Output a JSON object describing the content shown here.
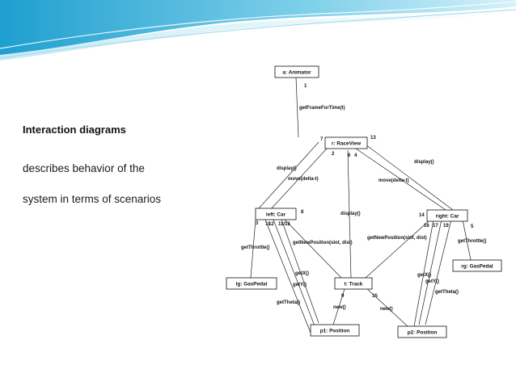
{
  "slide": {
    "heading": "Interaction diagrams",
    "line1": "describes behavior of the",
    "line2": "system in terms of scenarios"
  },
  "diagram": {
    "nodes": {
      "animator": "a: Animator",
      "raceview": "r: RaceView",
      "left_car": "left: Car",
      "right_car": "right: Car",
      "track": "t: Track",
      "gaspedal_l": "lg: GasPedal",
      "gaspedal_r": "rg: GasPedal",
      "p1": "p1: Position",
      "p2": "p2: Position"
    },
    "messages": {
      "get_frame": "getFrameForTime(t)",
      "display_left": "display()",
      "move_left": "move(delta-t)",
      "display_right": "display()",
      "move_right": "move(delta-t)",
      "display_track": "display()",
      "get_throttle_l": "getThrottle()",
      "get_new_pos_l": "getNewPosition(slot, dist)",
      "get_new_pos_r": "getNewPosition(slot, dist)",
      "get_throttle_r": "getThrottle()",
      "get_x_l": "getX()",
      "get_y_l": "getY()",
      "get_theta_l": "getTheta()",
      "get_x_r": "getX()",
      "get_y_r": "getY()",
      "get_theta_r": "getTheta()",
      "new_p1": "new()",
      "new_p2": "new()"
    },
    "seq": {
      "s1": "1",
      "s2": "2",
      "s3": "3",
      "s4": "4",
      "s5": "5",
      "s6": "6",
      "s7": "7",
      "s8": "8",
      "s9": "9",
      "s10": "10",
      "s11_18": "11/18",
      "s12": "12",
      "s13": "13",
      "s14": "14",
      "s15": "15",
      "s16": "16",
      "s17": "17",
      "s19": "19"
    }
  }
}
